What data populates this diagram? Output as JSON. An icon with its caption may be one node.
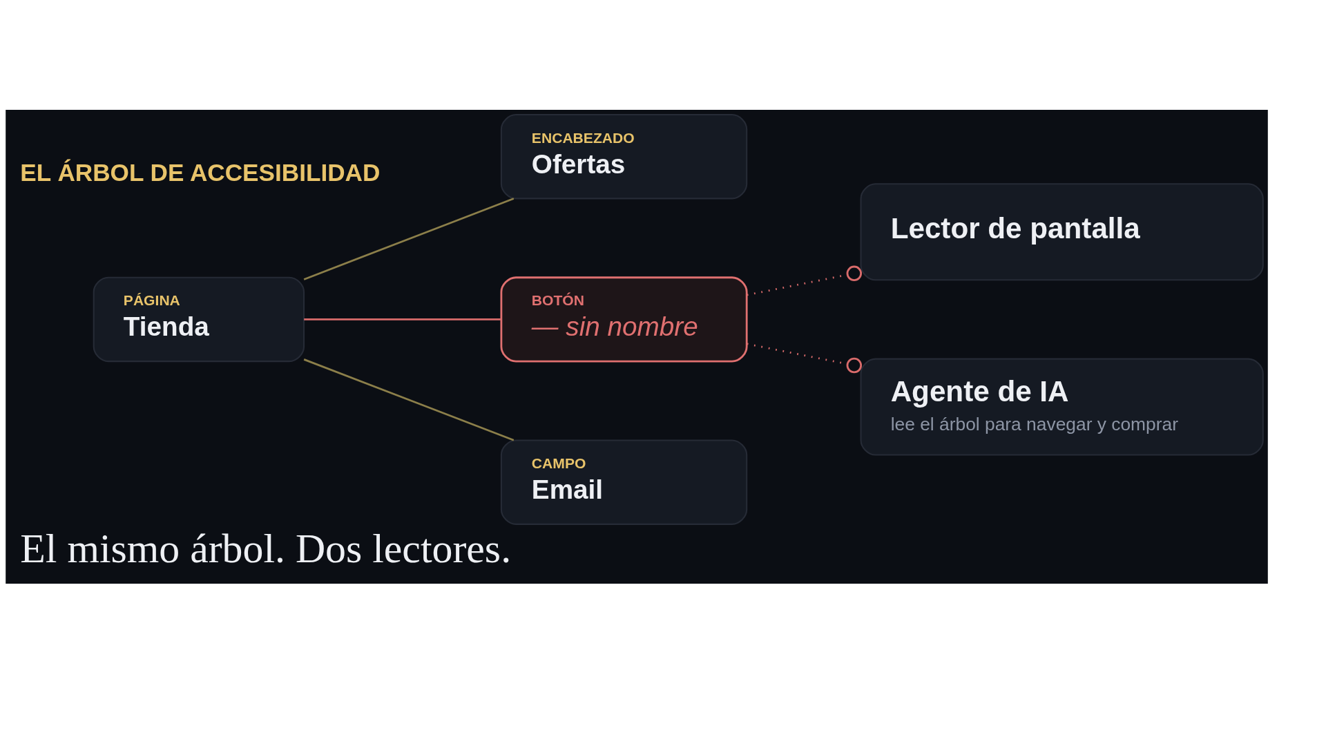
{
  "diagram": {
    "title": "EL ÁRBOL DE ACCESIBILIDAD",
    "caption": "El mismo árbol. Dos lectores.",
    "nodes": [
      {
        "text": [
          "PÁGINA",
          "Tienda"
        ]
      },
      {
        "text": [
          "ENCABEZADO",
          "Ofertas"
        ]
      },
      {
        "text": [
          "BOTÓN",
          "— sin nombre"
        ]
      },
      {
        "text": [
          "CAMPO",
          "Email"
        ]
      },
      {
        "text": [
          "Lector de pantalla"
        ]
      },
      {
        "text": [
          "Agente de IA",
          "lee el árbol para navegar y comprar"
        ]
      }
    ],
    "edges": [
      {
        "from": 0,
        "to": 1,
        "arrow": "none",
        "color": "#8c7f4a"
      },
      {
        "from": 0,
        "to": 2,
        "arrow": "none"
      },
      {
        "from": 0,
        "to": 3,
        "arrow": "none",
        "color": "#8c7f4a"
      },
      {
        "from": 2,
        "to": 4,
        "arrow": "other",
        "style": "dashed"
      },
      {
        "from": 2,
        "to": 5,
        "arrow": "other",
        "style": "dashed"
      }
    ]
  }
}
